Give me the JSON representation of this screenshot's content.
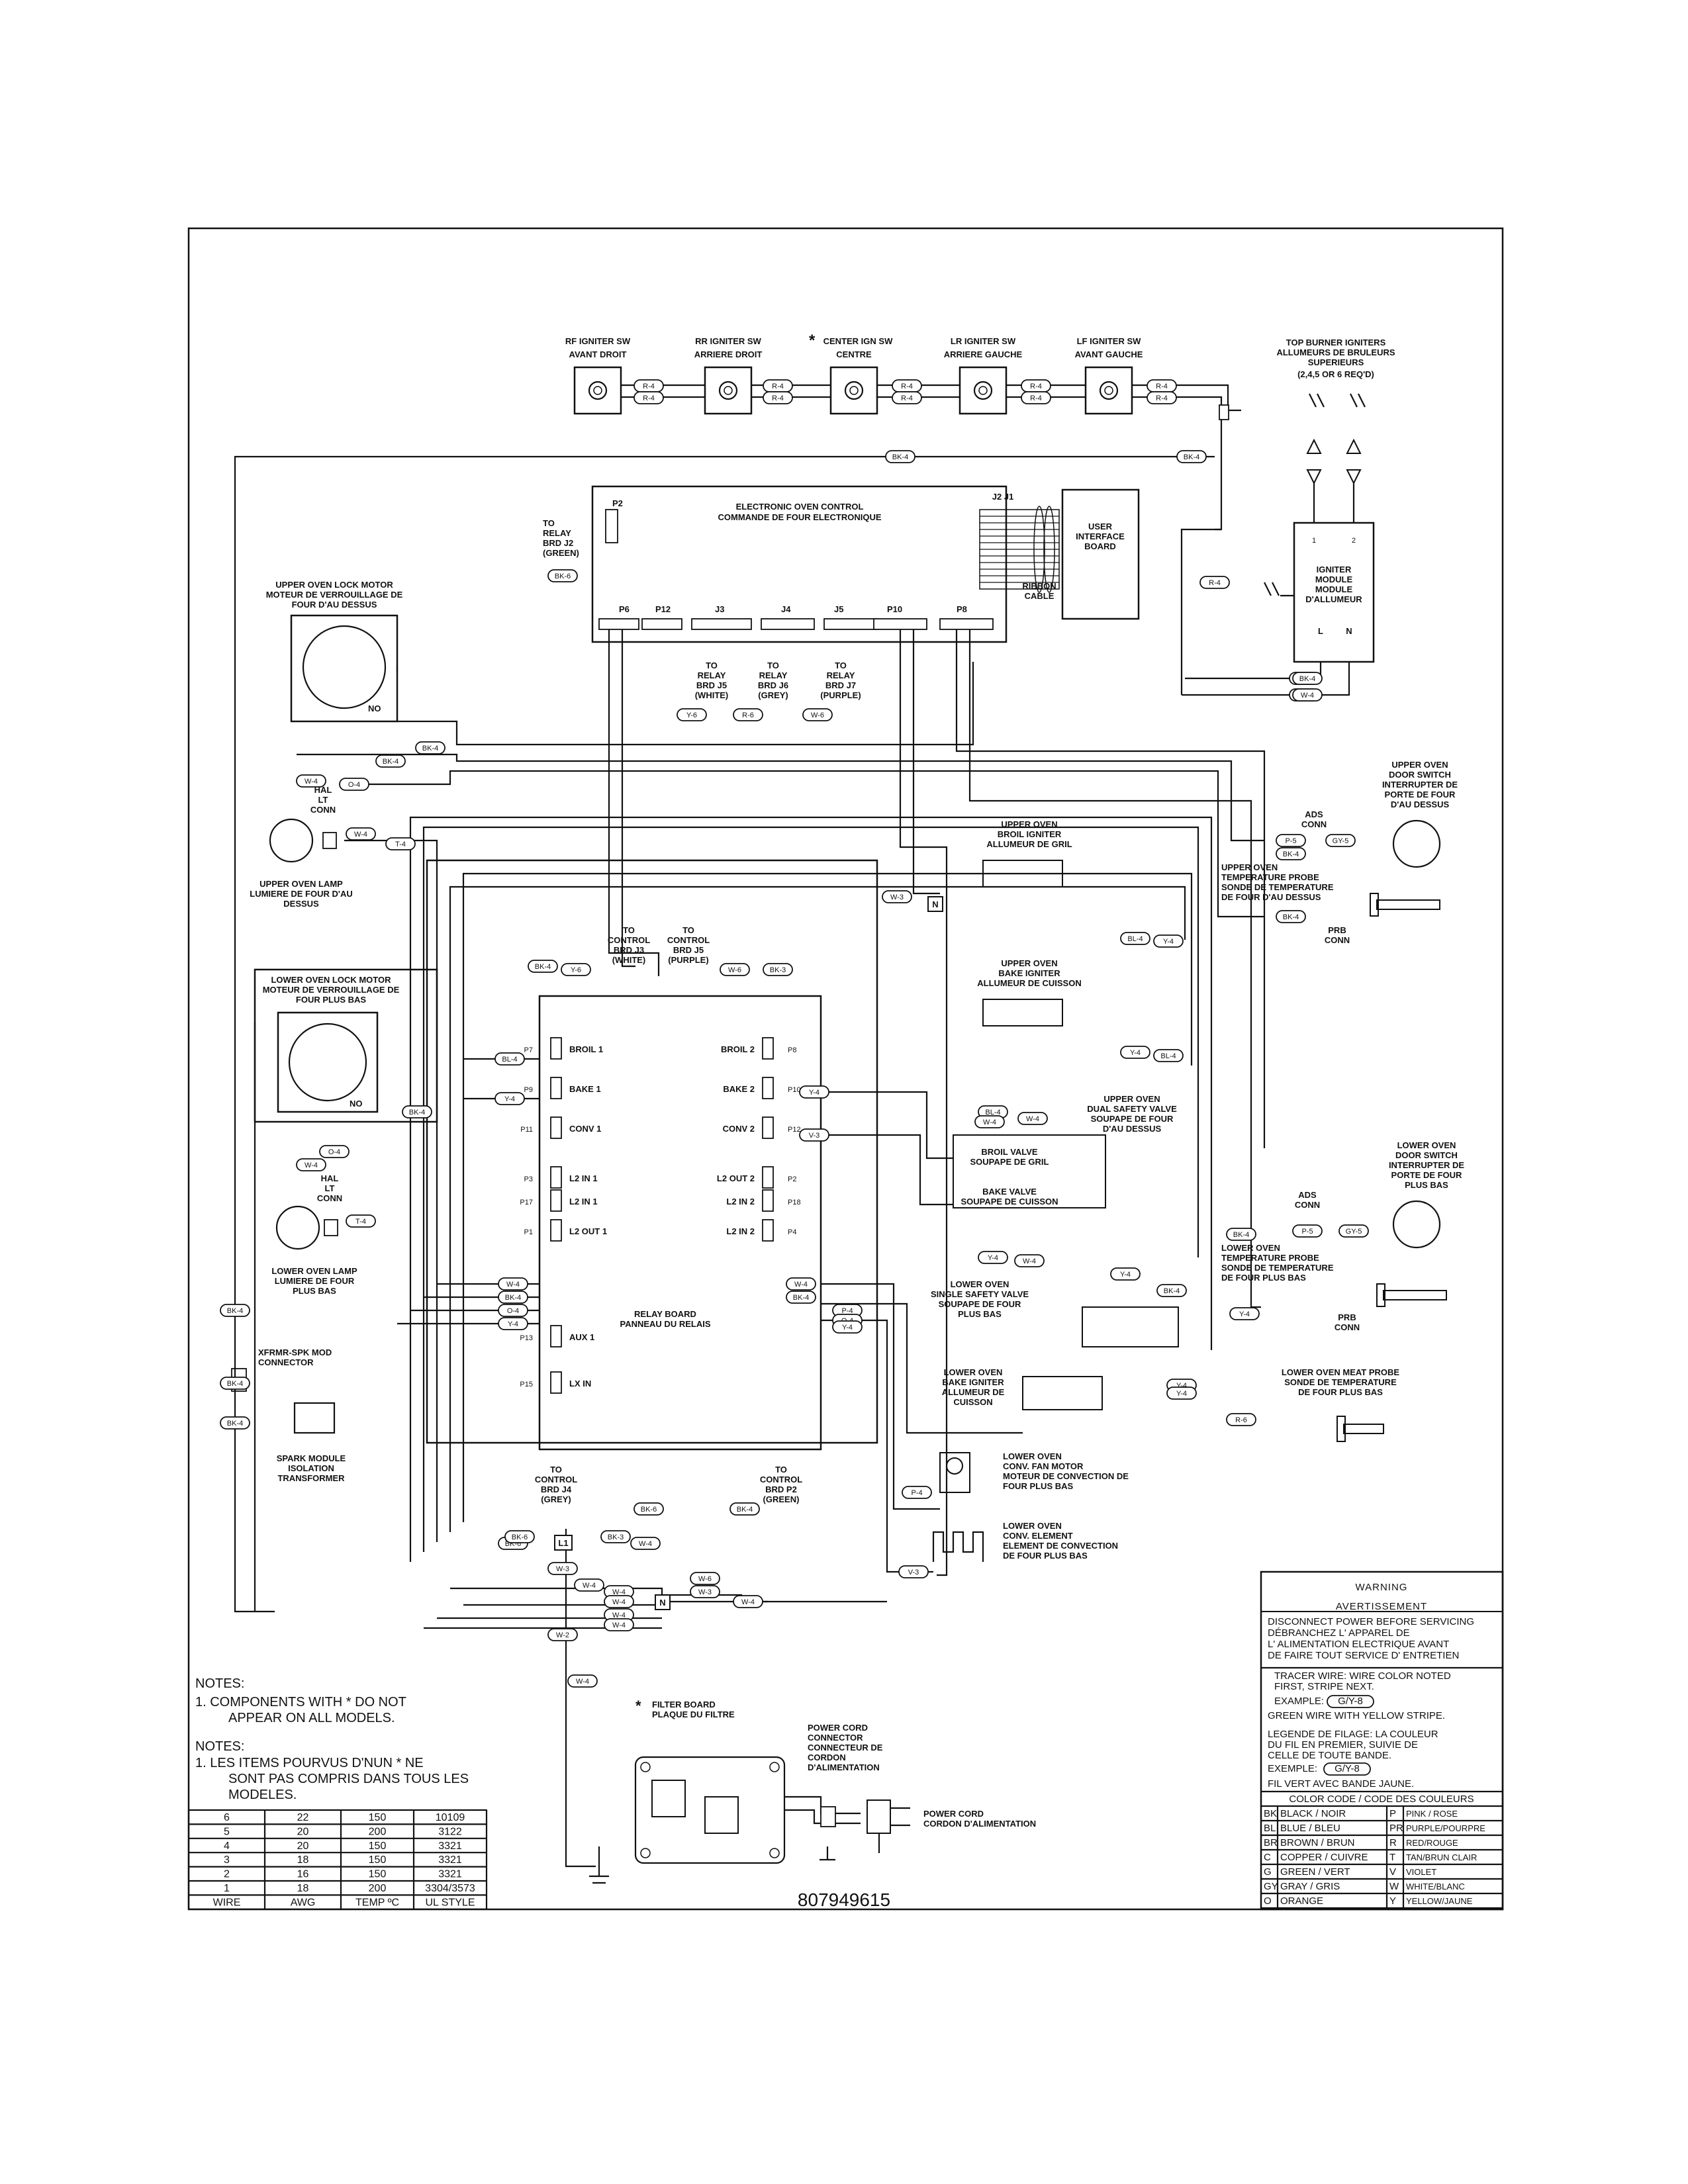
{
  "switches": [
    {
      "name": "RF IGNITER SW",
      "fr": "AVANT DROIT",
      "star": ""
    },
    {
      "name": "RR IGNITER SW",
      "fr": "ARRIERE DROIT",
      "star": ""
    },
    {
      "name": "CENTER IGN SW",
      "fr": "CENTRE",
      "star": "*"
    },
    {
      "name": "LR IGNITER SW",
      "fr": "ARRIERE GAUCHE",
      "star": ""
    },
    {
      "name": "LF IGNITER SW",
      "fr": "AVANT GAUCHE",
      "star": ""
    }
  ],
  "top_burner": {
    "l1": "TOP BURNER IGNITERS",
    "l2": "ALLUMEURS DE BRULEURS",
    "l3": "SUPERIEURS",
    "l4": "(2,4,5 OR 6 REQ'D)"
  },
  "eoc": {
    "l1": "ELECTRONIC OVEN CONTROL",
    "l2": "COMMANDE DE FOUR ELECTRONIQUE"
  },
  "eoc_connectors": [
    "P2",
    "P6",
    "P12",
    "J3",
    "J4",
    "J5",
    "P10",
    "P8",
    "J2 J1"
  ],
  "uib": {
    "l1": "USER",
    "l2": "INTERFACE",
    "l3": "BOARD"
  },
  "ribbon": {
    "l1": "RIBBON",
    "l2": "CABLE"
  },
  "igniter_module": {
    "l1": "IGNITER",
    "l2": "MODULE",
    "l3": "MODULE",
    "l4": "D'ALLUMEUR",
    "l": "L",
    "n": "N",
    "p1": "1",
    "p2": "2"
  },
  "to_relay_j2": {
    "l1": "TO",
    "l2": "RELAY",
    "l3": "BRD J2",
    "l4": "(GREEN)"
  },
  "to_relays": [
    {
      "l1": "TO",
      "l2": "RELAY",
      "l3": "BRD J5",
      "l4": "(WHITE)"
    },
    {
      "l1": "TO",
      "l2": "RELAY",
      "l3": "BRD J6",
      "l4": "(GREY)"
    },
    {
      "l1": "TO",
      "l2": "RELAY",
      "l3": "BRD J7",
      "l4": "(PURPLE)"
    }
  ],
  "upper_lock": {
    "l1": "UPPER OVEN LOCK MOTOR",
    "l2": "MOTEUR DE VERROUILLAGE DE",
    "l3": "FOUR D'AU DESSUS",
    "no": "NO"
  },
  "upper_lamp": {
    "hal": "HAL",
    "lt": "LT",
    "conn": "CONN",
    "l1": "UPPER OVEN LAMP",
    "l2": "LUMIERE DE FOUR D'AU",
    "l3": "DESSUS"
  },
  "lower_lock": {
    "l1": "LOWER OVEN LOCK MOTOR",
    "l2": "MOTEUR DE VERROUILLAGE DE",
    "l3": "FOUR PLUS BAS",
    "no": "NO"
  },
  "lower_lamp": {
    "hal": "HAL",
    "lt": "LT",
    "conn": "CONN",
    "l1": "LOWER OVEN LAMP",
    "l2": "LUMIERE DE FOUR",
    "l3": "PLUS BAS"
  },
  "xfrmr": {
    "l1": "XFRMR-SPK MOD",
    "l2": "CONNECTOR",
    "l3": "SPARK MODULE",
    "l4": "ISOLATION",
    "l5": "TRANSFORMER"
  },
  "to_control_j3": {
    "l1": "TO",
    "l2": "CONTROL",
    "l3": "BRD J3",
    "l4": "(WHITE)"
  },
  "to_control_j5": {
    "l1": "TO",
    "l2": "CONTROL",
    "l3": "BRD J5",
    "l4": "(PURPLE)"
  },
  "to_control_j4": {
    "l1": "TO",
    "l2": "CONTROL",
    "l3": "BRD J4",
    "l4": "(GREY)"
  },
  "to_control_p2": {
    "l1": "TO",
    "l2": "CONTROL",
    "l3": "BRD P2",
    "l4": "(GREEN)"
  },
  "relay_board": {
    "l1": "RELAY BOARD",
    "l2": "PANNEAU DU RELAIS"
  },
  "relay_left": [
    "BROIL 1",
    "BAKE 1",
    "CONV 1",
    "L2 IN 1",
    "L2 IN 1",
    "L2 OUT 1",
    "AUX 1",
    "LX IN"
  ],
  "relay_right": [
    "BROIL 2",
    "BAKE 2",
    "CONV 2",
    "L2 OUT 2",
    "L2 IN 2",
    "L2 IN 2"
  ],
  "relay_ports_left": [
    "P7",
    "P9",
    "P11",
    "P3",
    "P17",
    "P1",
    "P13",
    "P15"
  ],
  "relay_ports_right": [
    "P8",
    "P10",
    "P12",
    "P2",
    "P18",
    "P4"
  ],
  "upper_door": {
    "l1": "UPPER OVEN",
    "l2": "DOOR SWITCH",
    "l3": "INTERRUPTER DE",
    "l4": "PORTE DE FOUR",
    "l5": "D'AU DESSUS",
    "ads": "ADS",
    "conn": "CONN"
  },
  "upper_probe": {
    "l1": "UPPER OVEN",
    "l2": "TEMPERATURE PROBE",
    "l3": "SONDE DE TEMPERATURE",
    "l4": "DE FOUR D'AU DESSUS",
    "prb": "PRB",
    "conn": "CONN"
  },
  "upper_broil_ign": {
    "l1": "UPPER OVEN",
    "l2": "BROIL IGNITER",
    "l3": "ALLUMEUR DE GRIL"
  },
  "upper_bake_ign": {
    "l1": "UPPER OVEN",
    "l2": "BAKE IGNITER",
    "l3": "ALLUMEUR DE CUISSON"
  },
  "dual_valve": {
    "l1": "UPPER OVEN",
    "l2": "DUAL SAFETY VALVE",
    "l3": "SOUPAPE DE FOUR",
    "l4": "D'AU DESSUS",
    "b1": "BROIL VALVE",
    "b2": "SOUPAPE DE GRIL",
    "k1": "BAKE VALVE",
    "k2": "SOUPAPE DE CUISSON"
  },
  "lower_door": {
    "l1": "LOWER OVEN",
    "l2": "DOOR SWITCH",
    "l3": "INTERRUPTER DE",
    "l4": "PORTE DE FOUR",
    "l5": "PLUS BAS",
    "ads": "ADS",
    "conn": "CONN"
  },
  "lower_probe": {
    "l1": "LOWER OVEN",
    "l2": "TEMPERATURE PROBE",
    "l3": "SONDE DE TEMPERATURE",
    "l4": "DE FOUR PLUS BAS",
    "prb": "PRB",
    "conn": "CONN"
  },
  "single_valve": {
    "l1": "LOWER OVEN",
    "l2": "SINGLE SAFETY VALVE",
    "l3": "SOUPAPE DE FOUR",
    "l4": "PLUS BAS"
  },
  "lower_meat": {
    "l1": "LOWER OVEN MEAT PROBE",
    "l2": "SONDE DE TEMPERATURE",
    "l3": "DE FOUR PLUS BAS"
  },
  "lower_bake_ign": {
    "l1": "LOWER OVEN",
    "l2": "BAKE IGNITER",
    "l3": "ALLUMEUR DE",
    "l4": "CUISSON"
  },
  "conv_fan": {
    "l1": "LOWER OVEN",
    "l2": "CONV. FAN MOTOR",
    "l3": "MOTEUR DE CONVECTION DE",
    "l4": "FOUR PLUS BAS"
  },
  "conv_elem": {
    "l1": "LOWER OVEN",
    "l2": "CONV. ELEMENT",
    "l3": "ELEMENT DE CONVECTION",
    "l4": "DE FOUR PLUS BAS"
  },
  "filter": {
    "star": "*",
    "l1": "FILTER BOARD",
    "l2": "PLAQUE DU FILTRE"
  },
  "power_conn": {
    "l1": "POWER CORD",
    "l2": "CONNECTOR",
    "l3": "CONNECTEUR DE",
    "l4": "CORDON",
    "l5": "D'ALIMENTATION"
  },
  "power_cord": {
    "l1": "POWER CORD",
    "l2": "CORDON D'ALIMENTATION"
  },
  "notes_en": {
    "h": "NOTES:",
    "l1": "1.   COMPONENTS WITH  *  DO NOT",
    "l2": "APPEAR ON ALL MODELS."
  },
  "notes_fr": {
    "h": "NOTES:",
    "l1": "1.   LES ITEMS POURVUS D'NUN * NE",
    "l2": "SONT PAS COMPRIS DANS TOUS LES",
    "l3": "MODELES."
  },
  "wire_table": {
    "rows": [
      [
        "6",
        "22",
        "150",
        "10109"
      ],
      [
        "5",
        "20",
        "200",
        "3122"
      ],
      [
        "4",
        "20",
        "150",
        "3321"
      ],
      [
        "3",
        "18",
        "150",
        "3321"
      ],
      [
        "2",
        "16",
        "150",
        "3321"
      ],
      [
        "1",
        "18",
        "200",
        "3304/3573"
      ]
    ],
    "header": [
      "WIRE",
      "AWG",
      "TEMP ºC",
      "UL STYLE"
    ]
  },
  "part_number": "807949615",
  "warning": {
    "title1": "WARNING",
    "title2": "AVERTISSEMENT",
    "lines": [
      "DISCONNECT POWER BEFORE SERVICING",
      "DÉBRANCHEZ  L' APPAREL DE",
      "L' ALIMENTATION  ELECTRIQUE  AVANT",
      "DE  FAIRE  TOUT  SERVICE  D' ENTRETIEN"
    ],
    "tracer": [
      "TRACER WIRE:  WIRE COLOR NOTED",
      "FIRST, STRIPE NEXT."
    ],
    "example": "EXAMPLE:",
    "example_val": "G/Y-8",
    "green": "GREEN WIRE WITH YELLOW STRIPE.",
    "legende": [
      "LEGENDE DE FILAGE:  LA COULEUR",
      "DU FIL  EN  PREMIER,  SUIVIE  DE",
      "CELLE  DE  TOUTE  BANDE."
    ],
    "exemple": "EXEMPLE:",
    "exemple_val": "G/Y-8",
    "fil": "FIL  VERT  AVEC  BANDE  JAUNE.",
    "code_header": "COLOR CODE  /  CODE  DES  COULEURS",
    "codes": [
      [
        "BK",
        "BLACK  /  NOIR",
        "P",
        "PINK  /  ROSE"
      ],
      [
        "BL",
        "BLUE  /  BLEU",
        "PR",
        "PURPLE/POURPRE"
      ],
      [
        "BR",
        "BROWN  /  BRUN",
        "R",
        "RED/ROUGE"
      ],
      [
        "C",
        "COPPER  /  CUIVRE",
        "T",
        "TAN/BRUN CLAIR"
      ],
      [
        "G",
        "GREEN  /  VERT",
        "V",
        "VIOLET"
      ],
      [
        "GY",
        "GRAY  /  GRIS",
        "W",
        "WHITE/BLANC"
      ],
      [
        "O",
        "ORANGE",
        "Y",
        "YELLOW/JAUNE"
      ]
    ]
  },
  "wire_tags": [
    "R-4",
    "R-4",
    "R-4",
    "R-4",
    "R-4",
    "R-4",
    "R-4",
    "R-4",
    "R-4",
    "R-4",
    "BK-4",
    "BK-4",
    "W-4",
    "BK-6",
    "Y-6",
    "R-6",
    "W-6",
    "BK-4",
    "BK-4",
    "W-4",
    "O-4",
    "W-4",
    "T-4",
    "Y-6",
    "BK-4",
    "W-6",
    "BK-3",
    "BL-4",
    "Y-4",
    "BK-4",
    "O-4",
    "W-4",
    "T-4",
    "W-4",
    "BK-4",
    "O-4",
    "Y-4",
    "W-4",
    "BK-4",
    "P-4",
    "O-4",
    "Y-4",
    "Y-4",
    "V-3",
    "W-3",
    "BL-4",
    "BL-4",
    "Y-4",
    "Y-4",
    "BL-4",
    "W-4",
    "W-4",
    "Y-4",
    "W-4",
    "Y-4",
    "BK-4",
    "P-5",
    "GY-5",
    "BK-4",
    "BK-4",
    "P-5",
    "GY-5",
    "BK-4",
    "Y-4",
    "Y-4",
    "Y-4",
    "R-6",
    "BK-6",
    "BK-4",
    "BK-6",
    "BK-6",
    "BK-3",
    "W-4",
    "W-3",
    "W-4",
    "W-4",
    "W-4",
    "W-4",
    "W-4",
    "W-6",
    "W-3",
    "W-4",
    "P-4",
    "V-3",
    "BK-4",
    "W-2",
    "W-4",
    "BK-4",
    "BK-4",
    "BK-4",
    "R-4",
    "BK-4",
    "W-4"
  ]
}
